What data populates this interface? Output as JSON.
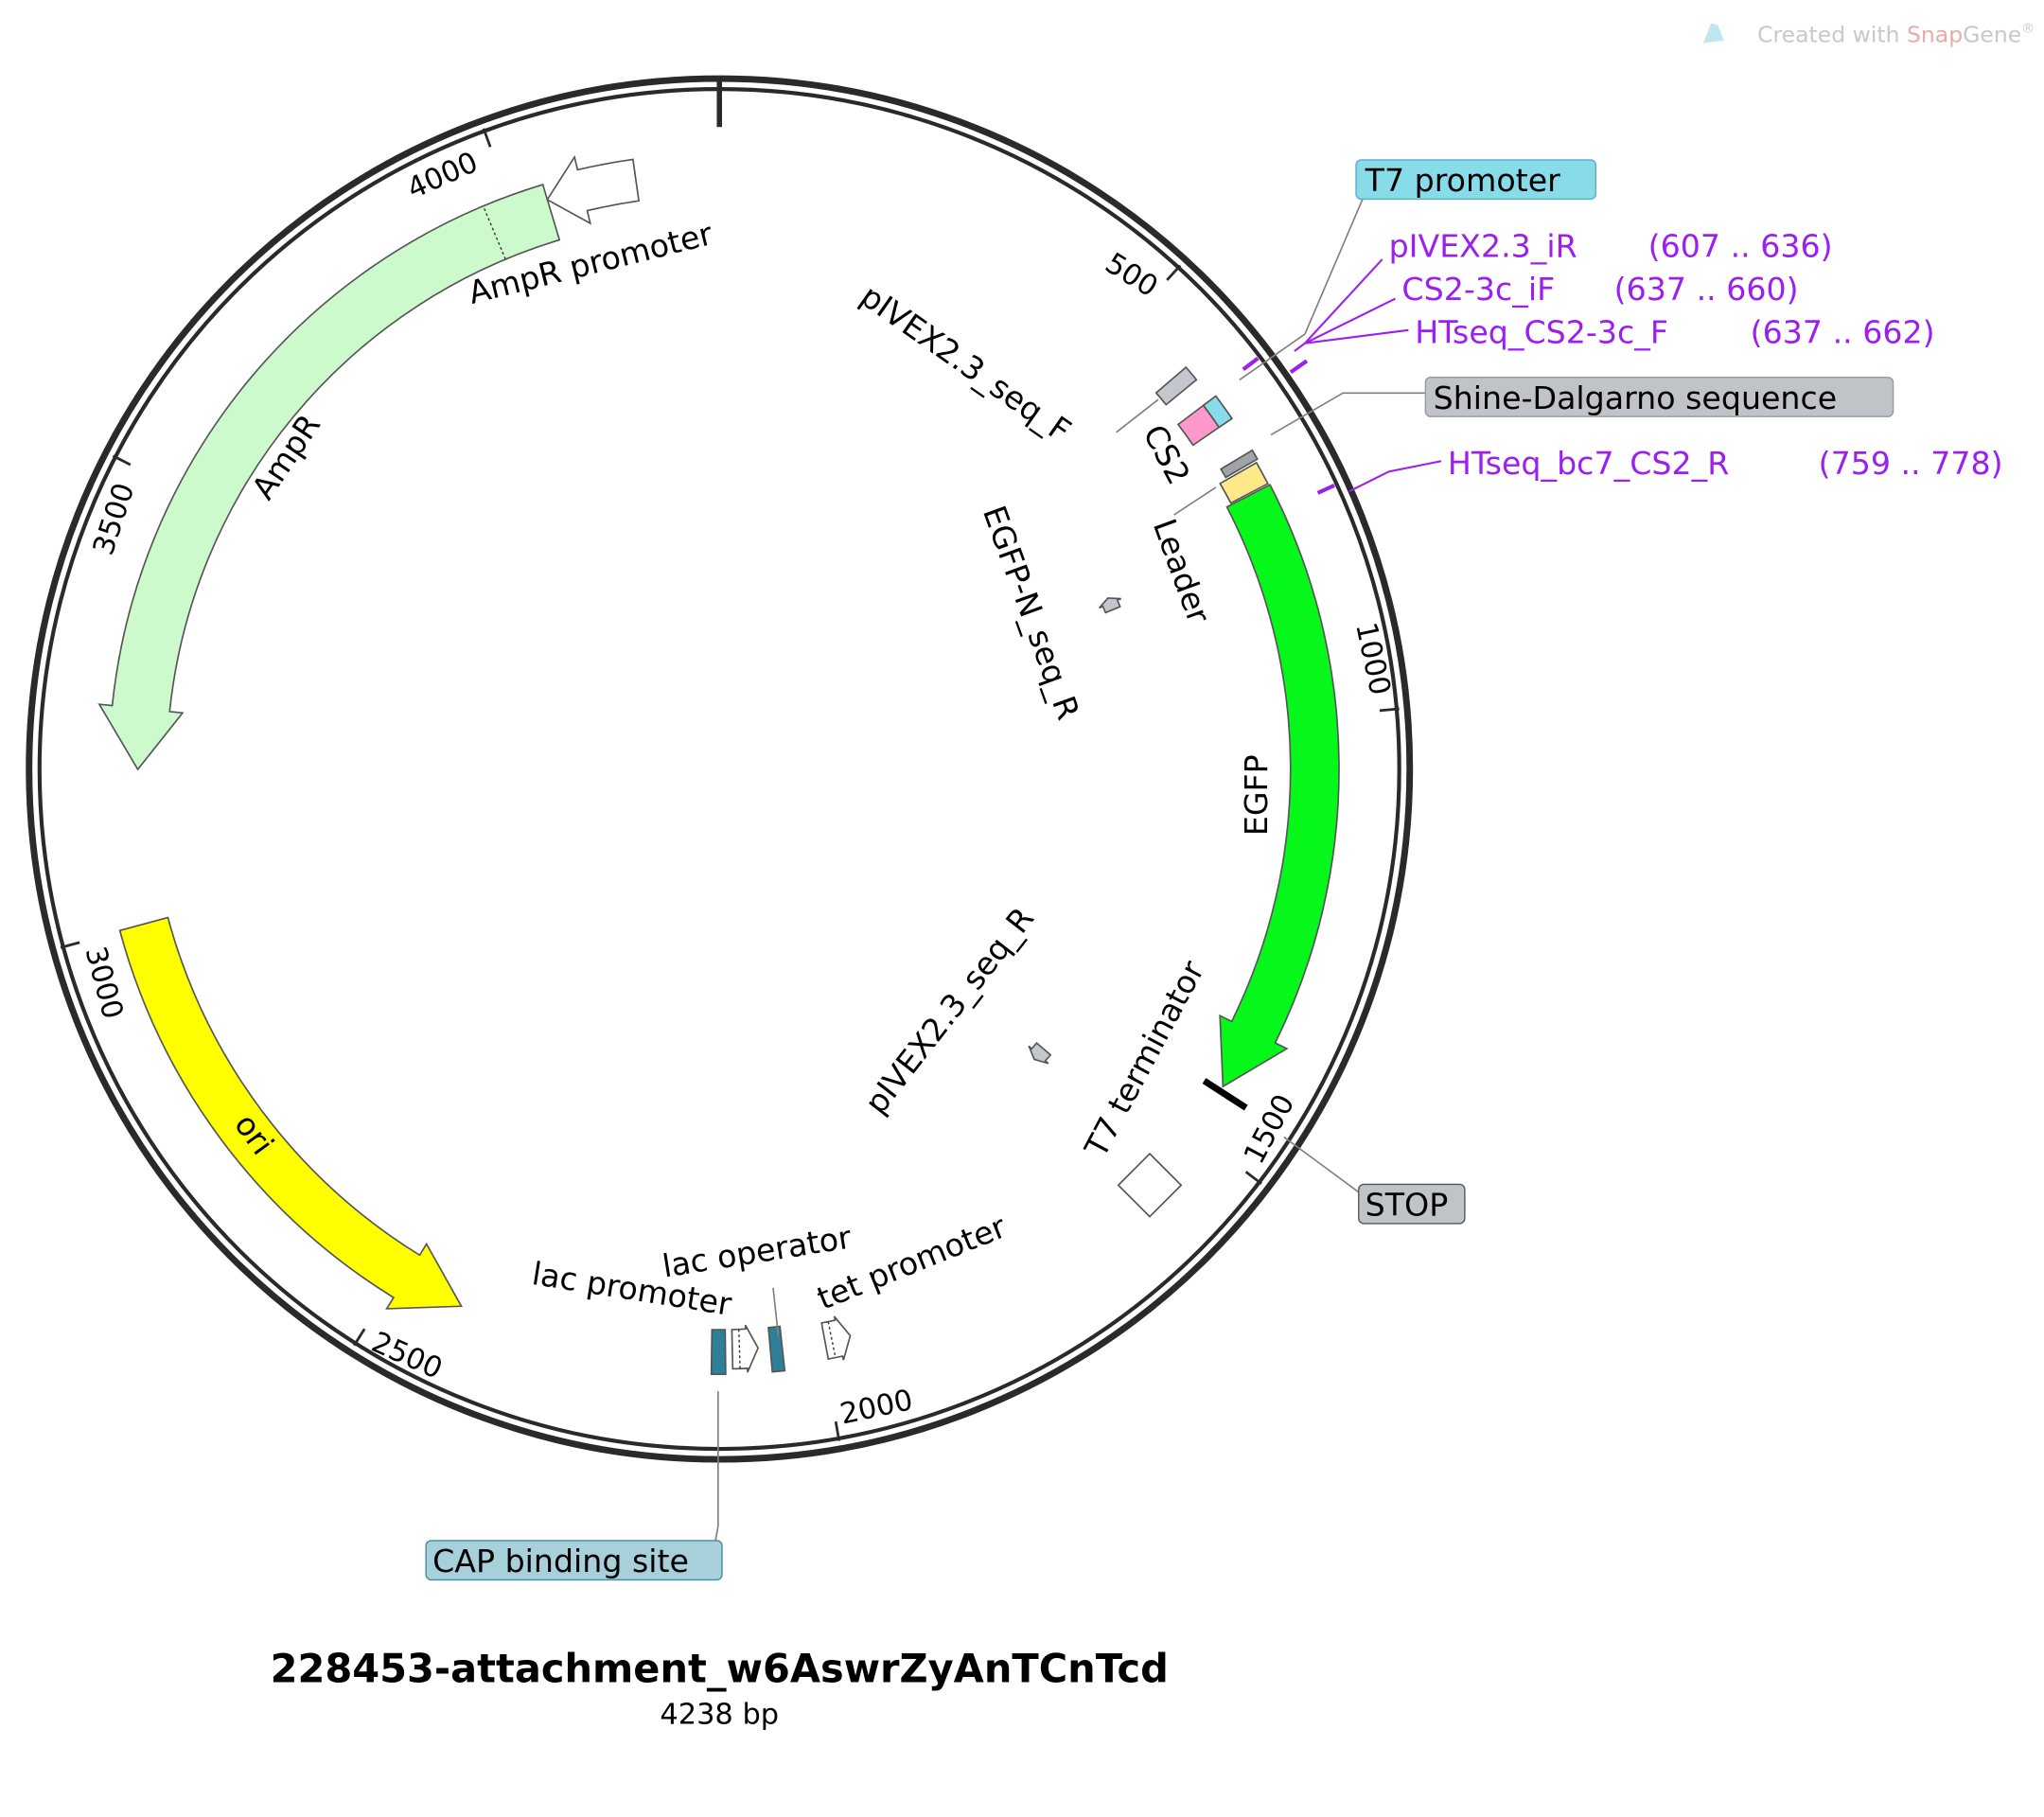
{
  "watermark": {
    "prefix": "Created with ",
    "brand1": "Snap",
    "brand2": "Gene",
    "reg": "®"
  },
  "plasmid": {
    "name": "228453-attachment_w6AswrZyAnTCnTcd",
    "length_label": "4238 bp",
    "length_bp": 4238
  },
  "ticks": [
    "500",
    "1000",
    "1500",
    "2000",
    "2500",
    "3000",
    "3500",
    "4000"
  ],
  "tick_values": [
    500,
    1000,
    1500,
    2000,
    2500,
    3000,
    3500,
    4000
  ],
  "colors": {
    "ampr": "#ccfacc",
    "ori": "#ffff00",
    "egfp": "#06f81a",
    "teal": "#2e8099",
    "gray": "#c5c7cf",
    "cyan": "#88dbe8",
    "pink": "#ff99cc",
    "yellow": "#ffe88a",
    "purple": "#9b1ff0"
  },
  "features": [
    {
      "name": "AmpR",
      "label": "AmpR",
      "start": 4040,
      "end": 3178,
      "type": "arrow",
      "color": "#ccfacc",
      "rIn": 422,
      "rOut": 466,
      "dotted": 3970
    },
    {
      "name": "AmpR promoter",
      "label": "AmpR promoter",
      "start": 4143,
      "end": 4040,
      "type": "arrow",
      "color": "#ffffff",
      "rIn": 438,
      "rOut": 470
    },
    {
      "name": "ori",
      "label": "ori",
      "start": 3001,
      "end": 2421,
      "type": "arrow",
      "color": "#ffff00",
      "rIn": 436,
      "rOut": 474
    },
    {
      "name": "EGFP",
      "label": "EGFP",
      "start": 738,
      "end": 1439,
      "type": "arrow",
      "color": "#06f81a",
      "rIn": 436,
      "rOut": 473
    },
    {
      "name": "CAP binding site",
      "start": 2128,
      "end": 2112,
      "type": "block",
      "color": "#2e8099",
      "rIn": 428,
      "rOut": 462
    },
    {
      "name": "lac promoter",
      "label": "lac promoter",
      "start": 2104,
      "end": 2074,
      "type": "small-arrow",
      "color": "#ffffff",
      "rIn": 428,
      "rOut": 458
    },
    {
      "name": "lac operator",
      "label": "lac operator",
      "start": 2060,
      "end": 2046,
      "type": "block",
      "color": "#2e8099",
      "rIn": 428,
      "rOut": 462
    },
    {
      "name": "tet promoter",
      "label": "tet promoter",
      "start": 1996,
      "end": 1966,
      "type": "small-arrow",
      "color": "#ffffff",
      "rIn": 430,
      "rOut": 458
    },
    {
      "name": "pIVEX2.3_seq_F",
      "label": "pIVEX2.3_seq_F",
      "start": 580,
      "end": 598,
      "type": "block",
      "color": "#c5c7cf",
      "rIn": 440,
      "rOut": 470
    },
    {
      "name": "T7 promoter",
      "start": 625,
      "end": 655,
      "type": "block",
      "color": "#88dbe8",
      "rIn": 462,
      "rOut": 474
    },
    {
      "name": "CS2",
      "label": "CS2",
      "start": 625,
      "end": 655,
      "type": "block",
      "color": "#ff99cc",
      "rIn": 438,
      "rOut": 462
    },
    {
      "name": "Shine-Dalgarno sequence",
      "start": 696,
      "end": 707,
      "type": "block",
      "color": "#a0a3a8",
      "rIn": 446,
      "rOut": 474
    },
    {
      "name": "Leader",
      "label": "Leader",
      "start": 710,
      "end": 736,
      "type": "block",
      "color": "#ffe88a",
      "rIn": 440,
      "rOut": 472
    },
    {
      "name": "EGFP-N_seq_R",
      "label": "EGFP-N_seq_R",
      "start": 800,
      "end": 780,
      "type": "primer",
      "color": "#c5c7cf",
      "rIn": 318,
      "rOut": 330
    },
    {
      "name": "pIVEX2.3_seq_R",
      "label": "pIVEX2.3_seq_R",
      "start": 1540,
      "end": 1562,
      "type": "primer",
      "color": "#c5c7cf",
      "rIn": 320,
      "rOut": 334
    },
    {
      "name": "T7 terminator",
      "label": "T7 terminator",
      "start": 1578,
      "end": 1578,
      "type": "diamond",
      "color": "#ffffff"
    },
    {
      "name": "STOP",
      "start": 1445,
      "end": 1445,
      "type": "stop",
      "color": "#000000"
    }
  ],
  "primers": [
    {
      "label": "pIVEX2.3_iR",
      "range": "(607 .. 636)",
      "bp": 620
    },
    {
      "label": "CS2-3c_iF",
      "range": "(637 .. 660)",
      "bp": 650
    },
    {
      "label": "HTseq_CS2-3c_F",
      "range": "(637 .. 662)",
      "bp": 650
    },
    {
      "label": "HTseq_bc7_CS2_R",
      "range": "(759 .. 778)",
      "bp": 768
    }
  ],
  "callouts": {
    "t7_promoter": "T7 promoter",
    "shine_dalgarno": "Shine-Dalgarno sequence",
    "stop": "STOP",
    "cap": "CAP binding site"
  }
}
